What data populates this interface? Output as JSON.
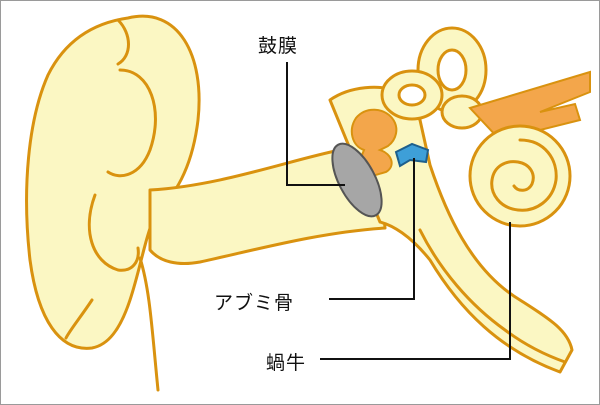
{
  "labels": {
    "eardrum": "鼓膜",
    "ossicles": "アブミ骨",
    "cochlea": "蝸牛"
  },
  "colors": {
    "skin_fill": "#fbf7c3",
    "outline": "#d9920f",
    "bone": "#f3a64b",
    "eardrum": "#a6a6a6",
    "stapes": "#3e9fd8",
    "leader": "#111111",
    "frame": "#9a9a9a"
  }
}
